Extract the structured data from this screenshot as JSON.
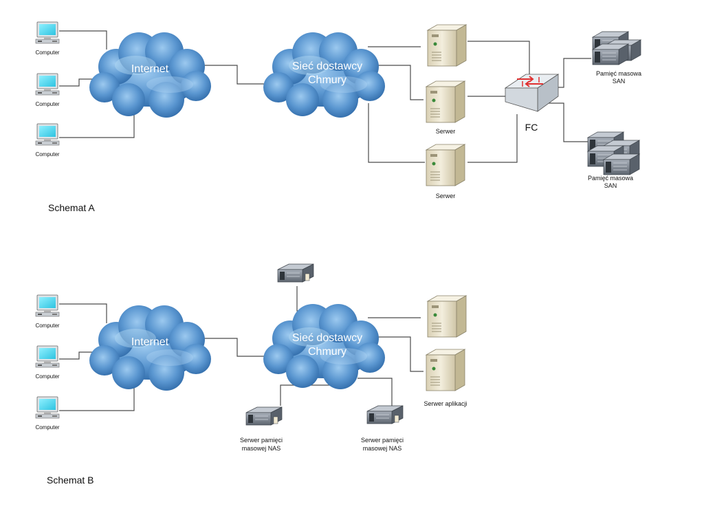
{
  "schemat_a": {
    "caption": "Schemat A",
    "computers": [
      "Computer",
      "Computer",
      "Computer"
    ],
    "cloud_internet": "Internet",
    "cloud_provider": [
      "Sieć dostawcy",
      "Chmury"
    ],
    "servers": [
      "Serwer",
      "Serwer"
    ],
    "switch": "FC",
    "storage": [
      [
        "Pamięć masowa",
        "SAN"
      ],
      [
        "Pamięć masowa",
        "SAN"
      ]
    ]
  },
  "schemat_b": {
    "caption": "Schemat B",
    "computers": [
      "Computer",
      "Computer",
      "Computer"
    ],
    "cloud_internet": "Internet",
    "cloud_provider": [
      "Sieć dostawcy",
      "Chmury"
    ],
    "app_server": "Serwer aplikacji",
    "nas": [
      [
        "Serwer pamięci",
        "masowej NAS"
      ],
      [
        "Serwer pamięci",
        "masowej NAS"
      ]
    ]
  },
  "colors": {
    "cloud": "#4e89c8",
    "cloud_light": "#8fc0ea",
    "server_beige": "#ebe4cf",
    "screen_cyan": "#4fd3ec",
    "switch_red": "#e03030",
    "rack_gray": "#7d8591"
  }
}
